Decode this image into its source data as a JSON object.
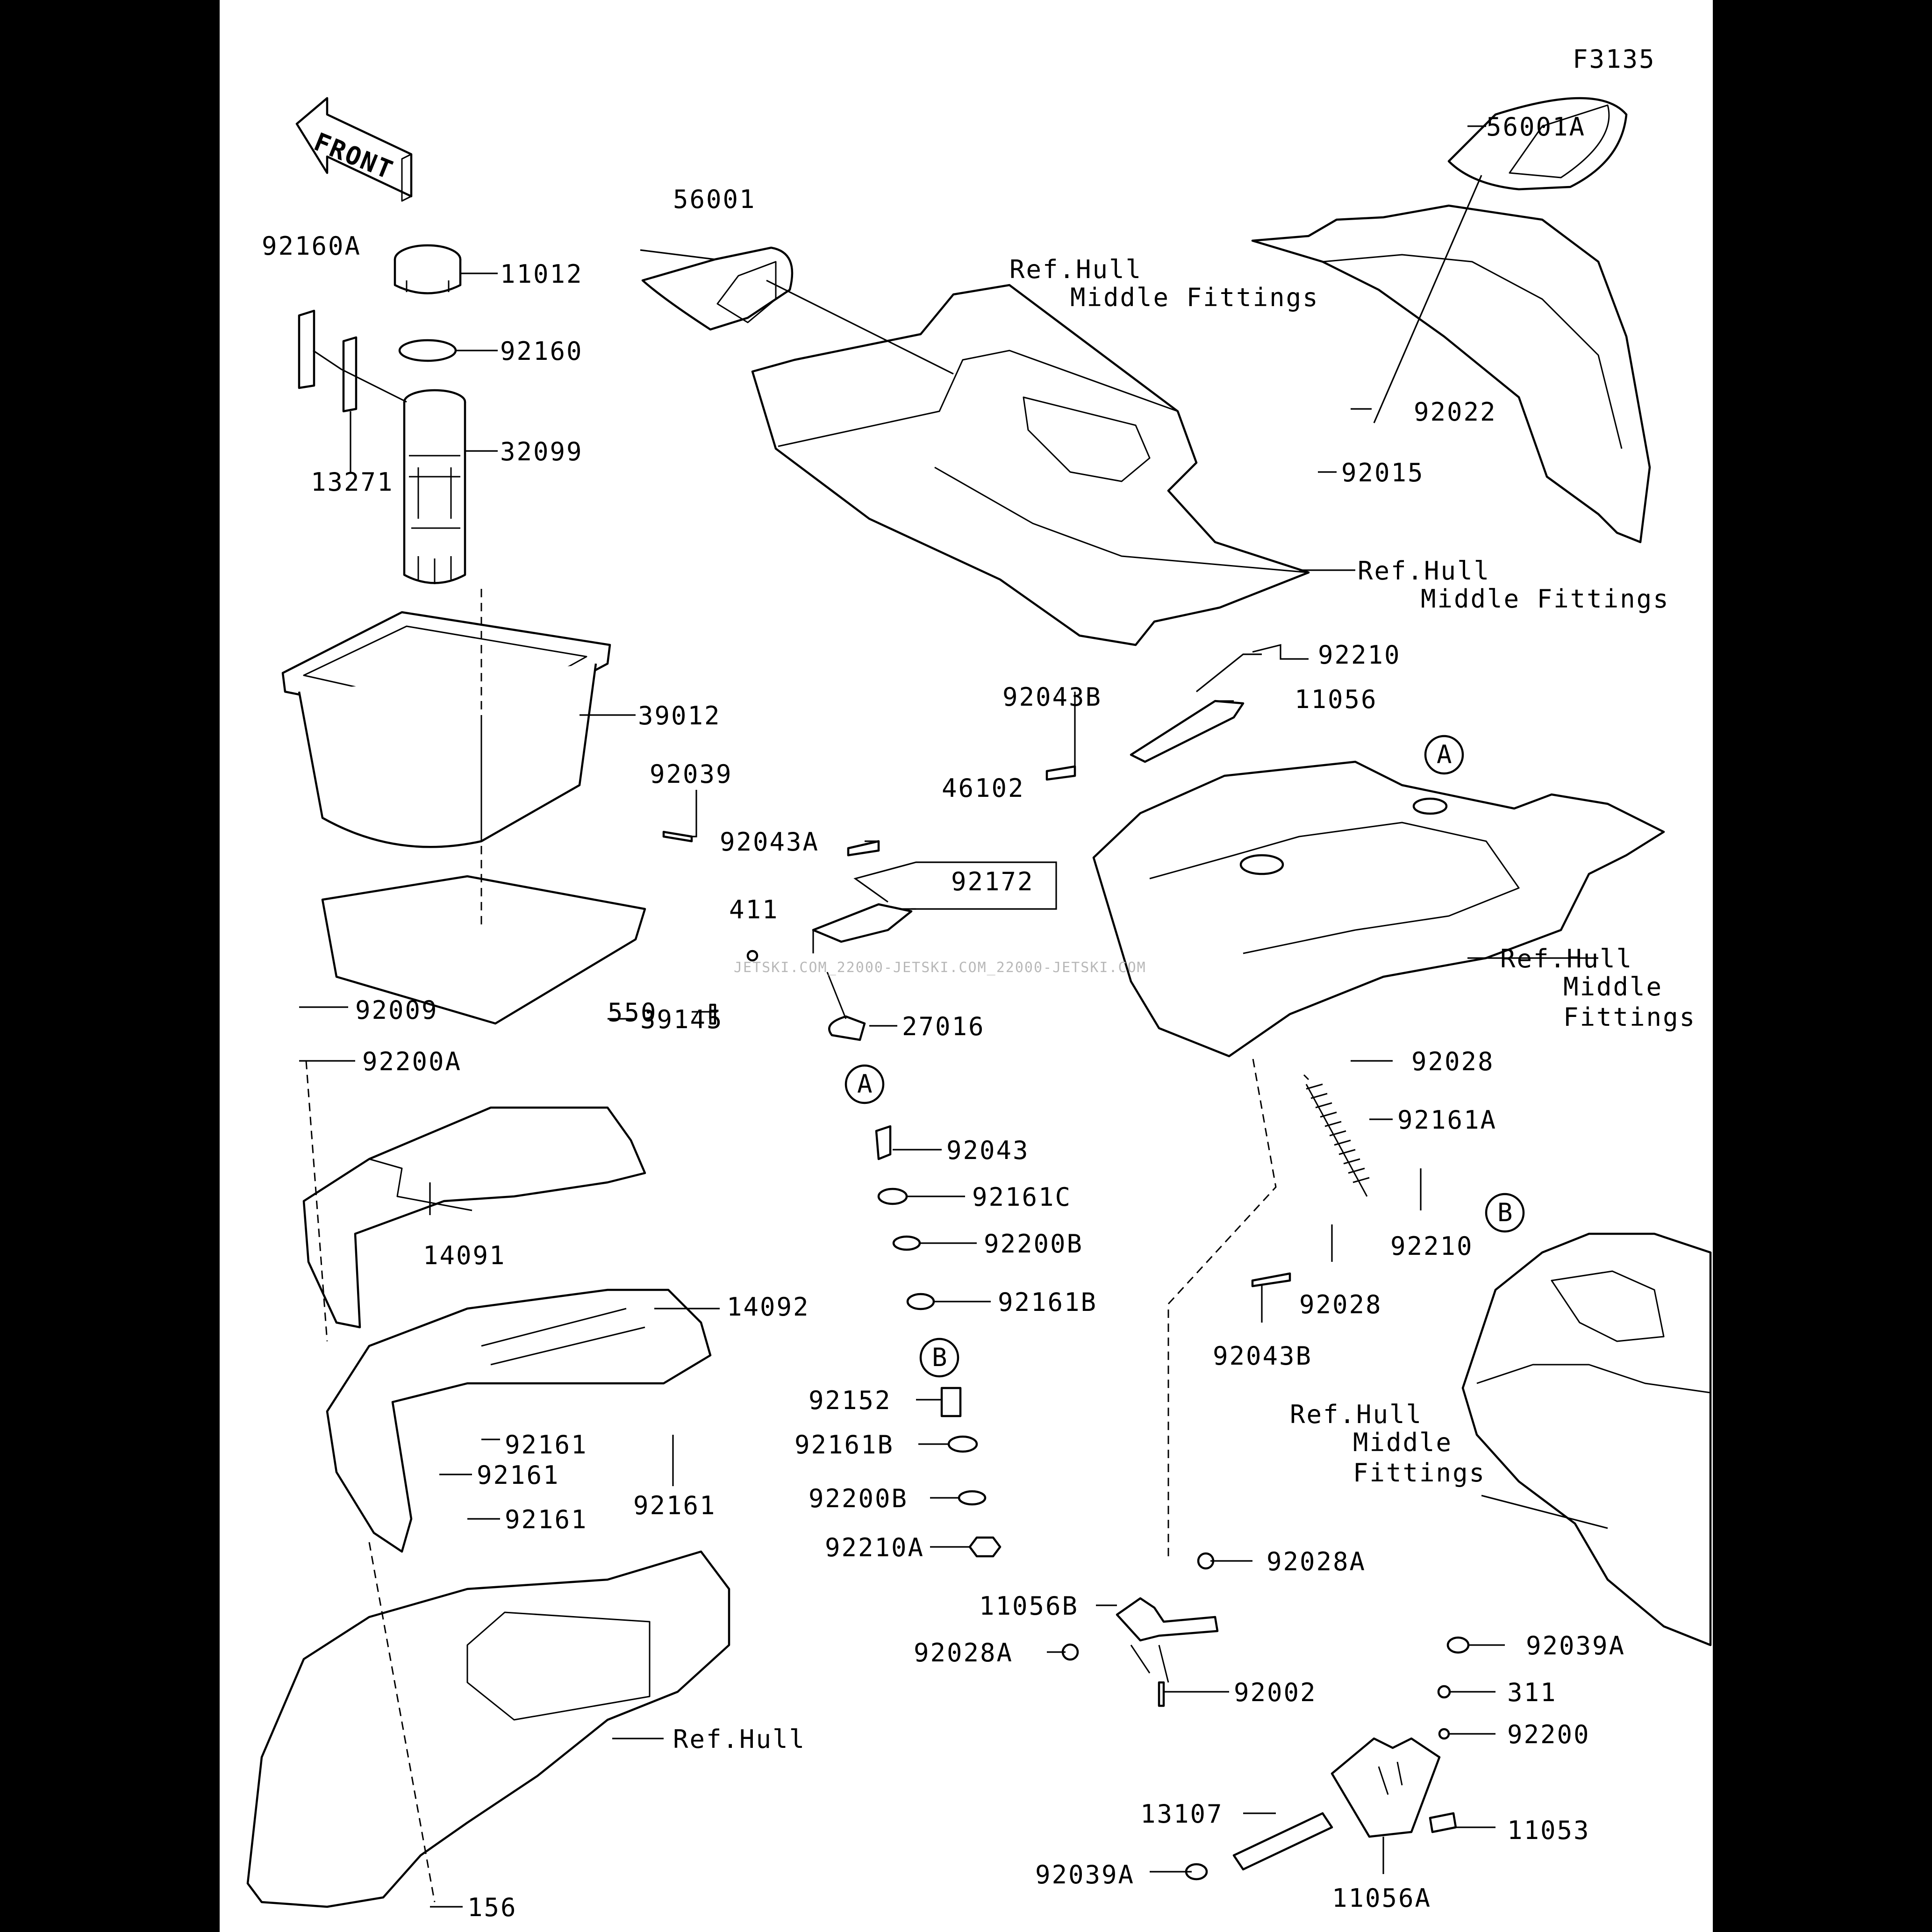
{
  "figure_code": "F3135",
  "front_label": "FRONT",
  "watermark": "JETSKI.COM_22000-JETSKI.COM_22000-JETSKI.COM",
  "callouts": {
    "c_56001A": "56001A",
    "c_56001": "56001",
    "c_92160A": "92160A",
    "c_11012": "11012",
    "c_92160": "92160",
    "c_32099": "32099",
    "c_13271": "13271",
    "c_39012": "39012",
    "c_92039": "92039",
    "c_46102": "46102",
    "c_92043A": "92043A",
    "c_92172": "92172",
    "c_411": "411",
    "c_39145": "39145",
    "c_550": "550",
    "c_27016": "27016",
    "c_92009": "92009",
    "c_92200A": "92200A",
    "c_14091": "14091",
    "c_14092": "14092",
    "c_92161_a": "92161",
    "c_92161_b": "92161",
    "c_92161_c": "92161",
    "c_92161_d": "92161",
    "c_156": "156",
    "c_92043": "92043",
    "c_92161C": "92161C",
    "c_92200B_a": "92200B",
    "c_92161B_a": "92161B",
    "c_92152": "92152",
    "c_92161B_b": "92161B",
    "c_92200B_b": "92200B",
    "c_92210A": "92210A",
    "c_92022": "92022",
    "c_92015": "92015",
    "c_92210_a": "92210",
    "c_11056": "11056",
    "c_92043B_a": "92043B",
    "c_92028_a": "92028",
    "c_92161A": "92161A",
    "c_92210_b": "92210",
    "c_92028_b": "92028",
    "c_92043B_b": "92043B",
    "c_92028A_a": "92028A",
    "c_11056B": "11056B",
    "c_92028A_b": "92028A",
    "c_92002": "92002",
    "c_92039A_a": "92039A",
    "c_311": "311",
    "c_92200": "92200",
    "c_13107": "13107",
    "c_11053": "11053",
    "c_92039A_b": "92039A",
    "c_11056A": "11056A"
  },
  "references": {
    "ref1_l1": "Ref.Hull",
    "ref1_l2": "Middle Fittings",
    "ref2_l1": "Ref.Hull",
    "ref2_l2": "Middle Fittings",
    "ref3_l1": "Ref.Hull",
    "ref3_l2": "Middle",
    "ref3_l3": "Fittings",
    "ref4_l1": "Ref.Hull",
    "ref4_l2": "Middle",
    "ref4_l3": "Fittings",
    "ref5": "Ref.Hull"
  },
  "markers": {
    "a1": "A",
    "a2": "A",
    "b1": "B",
    "b2": "B"
  }
}
